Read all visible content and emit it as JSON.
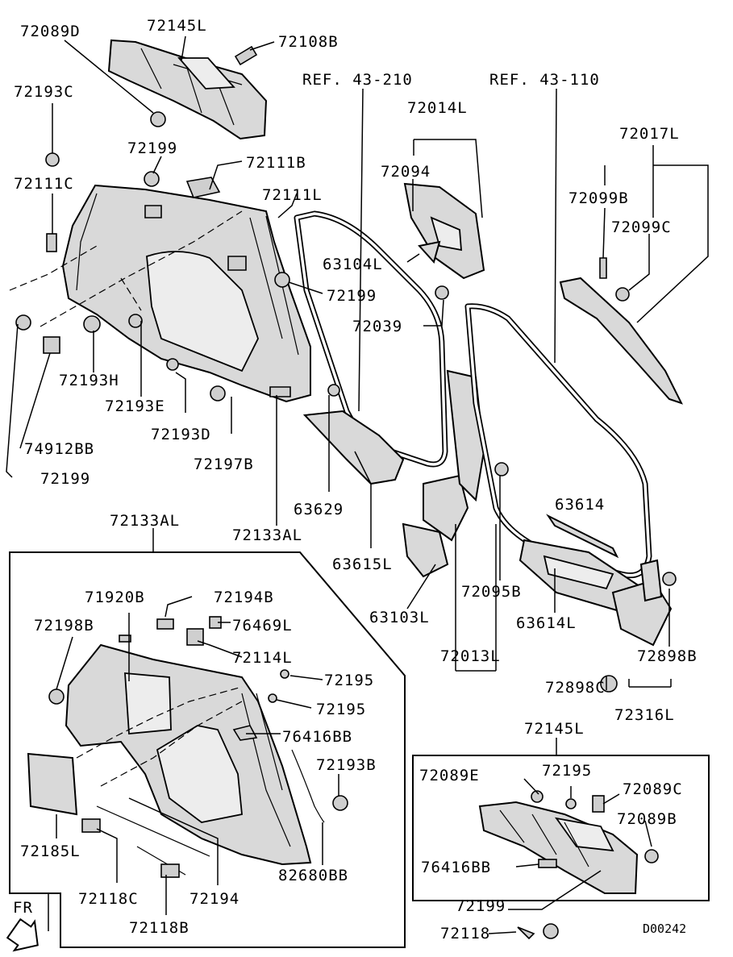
{
  "diagram_code": "D00242",
  "direction_label": "FR",
  "callouts": [
    {
      "id": "c-72089D",
      "text": "72089D"
    },
    {
      "id": "c-72145L-top",
      "text": "72145L"
    },
    {
      "id": "c-72108B",
      "text": "72108B"
    },
    {
      "id": "c-72193C",
      "text": "72193C"
    },
    {
      "id": "c-72199-a",
      "text": "72199"
    },
    {
      "id": "c-72111B",
      "text": "72111B"
    },
    {
      "id": "c-72111C",
      "text": "72111C"
    },
    {
      "id": "c-72111L",
      "text": "72111L"
    },
    {
      "id": "c-63104L",
      "text": "63104L"
    },
    {
      "id": "c-72199-b",
      "text": "72199"
    },
    {
      "id": "c-72039",
      "text": "72039"
    },
    {
      "id": "c-72193H",
      "text": "72193H"
    },
    {
      "id": "c-72193E",
      "text": "72193E"
    },
    {
      "id": "c-72193D",
      "text": "72193D"
    },
    {
      "id": "c-72197B",
      "text": "72197B"
    },
    {
      "id": "c-74912BB",
      "text": "74912BB"
    },
    {
      "id": "c-72199-c",
      "text": "72199"
    },
    {
      "id": "c-REF43-210",
      "text": "REF. 43-210"
    },
    {
      "id": "c-REF43-110",
      "text": "REF. 43-110"
    },
    {
      "id": "c-72014L",
      "text": "72014L"
    },
    {
      "id": "c-72094",
      "text": "72094"
    },
    {
      "id": "c-72017L",
      "text": "72017L"
    },
    {
      "id": "c-72099B",
      "text": "72099B"
    },
    {
      "id": "c-72099C",
      "text": "72099C"
    },
    {
      "id": "c-63629",
      "text": "63629"
    },
    {
      "id": "c-72133AL-mid",
      "text": "72133AL"
    },
    {
      "id": "c-63615L",
      "text": "63615L"
    },
    {
      "id": "c-63614",
      "text": "63614"
    },
    {
      "id": "c-63103L",
      "text": "63103L"
    },
    {
      "id": "c-72095B",
      "text": "72095B"
    },
    {
      "id": "c-63614L",
      "text": "63614L"
    },
    {
      "id": "c-72013L",
      "text": "72013L"
    },
    {
      "id": "c-72898B",
      "text": "72898B"
    },
    {
      "id": "c-72898C",
      "text": "72898C"
    },
    {
      "id": "c-72316L",
      "text": "72316L"
    },
    {
      "id": "c-72133AL-box",
      "text": "72133AL"
    },
    {
      "id": "c-71920B",
      "text": "71920B"
    },
    {
      "id": "c-72194B",
      "text": "72194B"
    },
    {
      "id": "c-72198B",
      "text": "72198B"
    },
    {
      "id": "c-76469L",
      "text": "76469L"
    },
    {
      "id": "c-72114L",
      "text": "72114L"
    },
    {
      "id": "c-72195-a",
      "text": "72195"
    },
    {
      "id": "c-72195-b",
      "text": "72195"
    },
    {
      "id": "c-76416BB-a",
      "text": "76416BB"
    },
    {
      "id": "c-72193B",
      "text": "72193B"
    },
    {
      "id": "c-72185L",
      "text": "72185L"
    },
    {
      "id": "c-82680BB",
      "text": "82680BB"
    },
    {
      "id": "c-72118C",
      "text": "72118C"
    },
    {
      "id": "c-72194",
      "text": "72194"
    },
    {
      "id": "c-72118B",
      "text": "72118B"
    },
    {
      "id": "c-72145L-box",
      "text": "72145L"
    },
    {
      "id": "c-72089E",
      "text": "72089E"
    },
    {
      "id": "c-72195-c",
      "text": "72195"
    },
    {
      "id": "c-72089C",
      "text": "72089C"
    },
    {
      "id": "c-72089B",
      "text": "72089B"
    },
    {
      "id": "c-76416BB-b",
      "text": "76416BB"
    },
    {
      "id": "c-72199-d",
      "text": "72199"
    },
    {
      "id": "c-72118",
      "text": "72118"
    }
  ]
}
